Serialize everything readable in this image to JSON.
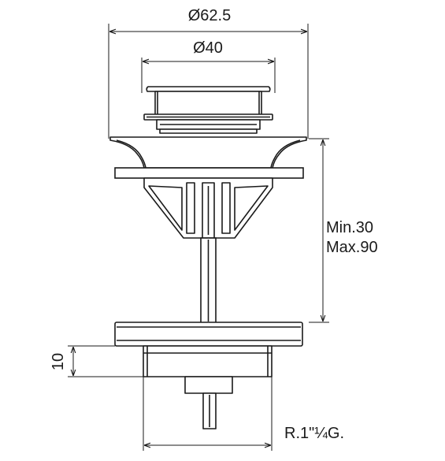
{
  "dimensions": {
    "outer_diameter": "Ø62.5",
    "inner_diameter": "Ø40",
    "range_min": "Min.30",
    "range_max": "Max.90",
    "flange_height": "10",
    "thread": "R.1\"¼G."
  },
  "colors": {
    "line": "#1a1a1a",
    "fill": "#ffffff"
  }
}
